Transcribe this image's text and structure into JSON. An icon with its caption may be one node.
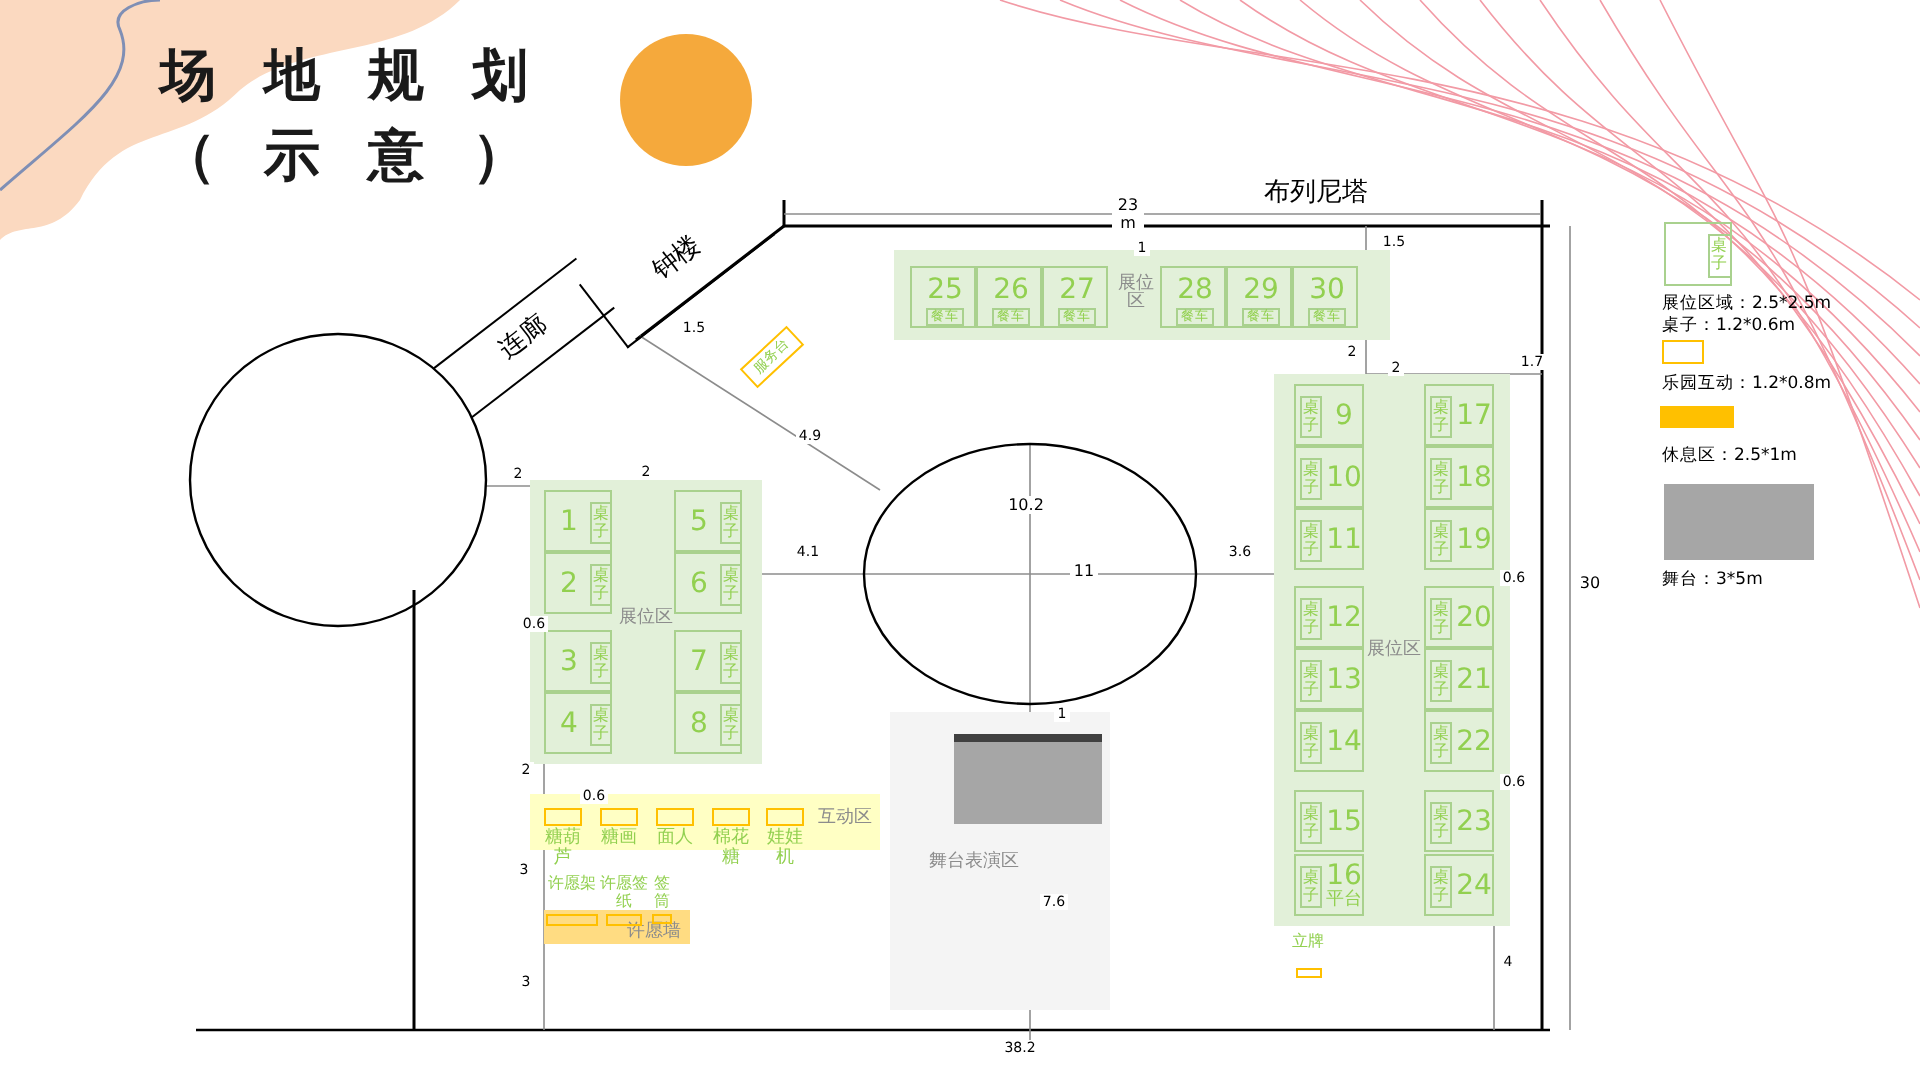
{
  "diagram": {
    "title": "场地规划（示意）",
    "nodes": [
      {
        "text": [
          "钟楼"
        ]
      },
      {
        "text": [
          "连廊"
        ]
      },
      {
        "text": [],
        "shape": "circle"
      },
      {
        "text": [],
        "shape": "circle"
      },
      {
        "text": [
          "服务台"
        ]
      },
      {
        "text": [
          "展位区"
        ]
      },
      {
        "text": [
          "25"
        ],
        "in": 5
      },
      {
        "text": [
          "餐车"
        ],
        "in": 6
      },
      {
        "text": [
          "26"
        ],
        "in": 5
      },
      {
        "text": [
          "餐车"
        ],
        "in": 8
      },
      {
        "text": [
          "27"
        ],
        "in": 5
      },
      {
        "text": [
          "餐车"
        ],
        "in": 10
      },
      {
        "text": [
          "28"
        ],
        "in": 5
      },
      {
        "text": [
          "餐车"
        ],
        "in": 12
      },
      {
        "text": [
          "29"
        ],
        "in": 5
      },
      {
        "text": [
          "餐车"
        ],
        "in": 14
      },
      {
        "text": [
          "30"
        ],
        "in": 5
      },
      {
        "text": [
          "餐车"
        ],
        "in": 16
      },
      {
        "text": [
          "展位区"
        ]
      },
      {
        "text": [
          "1"
        ],
        "in": 18
      },
      {
        "text": [
          "桌子"
        ],
        "in": 19
      },
      {
        "text": [
          "2"
        ],
        "in": 18
      },
      {
        "text": [
          "桌子"
        ],
        "in": 21
      },
      {
        "text": [
          "3"
        ],
        "in": 18
      },
      {
        "text": [
          "桌子"
        ],
        "in": 23
      },
      {
        "text": [
          "4"
        ],
        "in": 18
      },
      {
        "text": [
          "桌子"
        ],
        "in": 25
      },
      {
        "text": [
          "5"
        ],
        "in": 18
      },
      {
        "text": [
          "桌子"
        ],
        "in": 27
      },
      {
        "text": [
          "6"
        ],
        "in": 18
      },
      {
        "text": [
          "桌子"
        ],
        "in": 29
      },
      {
        "text": [
          "7"
        ],
        "in": 18
      },
      {
        "text": [
          "桌子"
        ],
        "in": 31
      },
      {
        "text": [
          "8"
        ],
        "in": 18
      },
      {
        "text": [
          "桌子"
        ],
        "in": 33
      },
      {
        "text": [
          "展位区"
        ]
      },
      {
        "text": [
          "9"
        ],
        "in": 35
      },
      {
        "text": [
          "桌子"
        ],
        "in": 36
      },
      {
        "text": [
          "10"
        ],
        "in": 35
      },
      {
        "text": [
          "桌子"
        ],
        "in": 38
      },
      {
        "text": [
          "11"
        ],
        "in": 35
      },
      {
        "text": [
          "桌子"
        ],
        "in": 40
      },
      {
        "text": [
          "12"
        ],
        "in": 35
      },
      {
        "text": [
          "桌子"
        ],
        "in": 42
      },
      {
        "text": [
          "13"
        ],
        "in": 35
      },
      {
        "text": [
          "桌子"
        ],
        "in": 44
      },
      {
        "text": [
          "14"
        ],
        "in": 35
      },
      {
        "text": [
          "桌子"
        ],
        "in": 46
      },
      {
        "text": [
          "15"
        ],
        "in": 35
      },
      {
        "text": [
          "桌子"
        ],
        "in": 48
      },
      {
        "text": [
          "16",
          "平台"
        ],
        "in": 35
      },
      {
        "text": [
          "桌子"
        ],
        "in": 50
      },
      {
        "text": [
          "17"
        ],
        "in": 35
      },
      {
        "text": [
          "桌子"
        ],
        "in": 52
      },
      {
        "text": [
          "18"
        ],
        "in": 35
      },
      {
        "text": [
          "桌子"
        ],
        "in": 54
      },
      {
        "text": [
          "19"
        ],
        "in": 35
      },
      {
        "text": [
          "桌子"
        ],
        "in": 56
      },
      {
        "text": [
          "20"
        ],
        "in": 35
      },
      {
        "text": [
          "桌子"
        ],
        "in": 58
      },
      {
        "text": [
          "21"
        ],
        "in": 35
      },
      {
        "text": [
          "桌子"
        ],
        "in": 60
      },
      {
        "text": [
          "22"
        ],
        "in": 35
      },
      {
        "text": [
          "桌子"
        ],
        "in": 62
      },
      {
        "text": [
          "23"
        ],
        "in": 35
      },
      {
        "text": [
          "桌子"
        ],
        "in": 64
      },
      {
        "text": [
          "24"
        ],
        "in": 35
      },
      {
        "text": [
          "桌子"
        ],
        "in": 66
      },
      {
        "text": [
          "互动区"
        ]
      },
      {
        "text": [],
        "shape": "box",
        "in": 68,
        "beside": [
          "糖葫芦"
        ]
      },
      {
        "text": [],
        "shape": "box",
        "in": 68,
        "beside": [
          "糖画"
        ]
      },
      {
        "text": [],
        "shape": "box",
        "in": 68,
        "beside": [
          "面人"
        ]
      },
      {
        "text": [],
        "shape": "box",
        "in": 68,
        "beside": [
          "棉花糖"
        ]
      },
      {
        "text": [],
        "shape": "box",
        "in": 68,
        "beside": [
          "娃娃机"
        ]
      },
      {
        "text": [
          "许愿墙"
        ]
      },
      {
        "text": [],
        "shape": "box",
        "in": 74,
        "beside": [
          "许愿架"
        ]
      },
      {
        "text": [],
        "shape": "box",
        "in": 74,
        "beside": [
          "许愿签纸"
        ]
      },
      {
        "text": [],
        "shape": "box",
        "in": 74,
        "beside": [
          "签筒"
        ]
      },
      {
        "text": [
          "舞台表演区"
        ]
      },
      {
        "text": [],
        "shape": "box",
        "in": 78
      },
      {
        "text": [],
        "shape": "box",
        "beside": [
          "立牌"
        ]
      }
    ],
    "labels": [
      "布列尼塔",
      "23 m",
      "1",
      "1.5",
      "1.5",
      "2",
      "2",
      "1.7",
      "4.9",
      "2",
      "2",
      "10.2",
      "4.1",
      "11",
      "3.6",
      "0.6",
      "0.6",
      "30",
      "1",
      "2",
      "0.6",
      "0.6",
      "3",
      "7.6",
      "3",
      "4",
      "38.2",
      "桌子"
    ],
    "legend": [
      {
        "text": "展位区域：2.5*2.5m"
      },
      {
        "text": "桌子：1.2*0.6m"
      },
      {
        "text": "乐园互动：1.2*0.8m"
      },
      {
        "text": "休息区：2.5*1m",
        "color": "#ffc000"
      },
      {
        "text": "舞台：3*5m",
        "color": "#a6a6a6"
      }
    ]
  }
}
